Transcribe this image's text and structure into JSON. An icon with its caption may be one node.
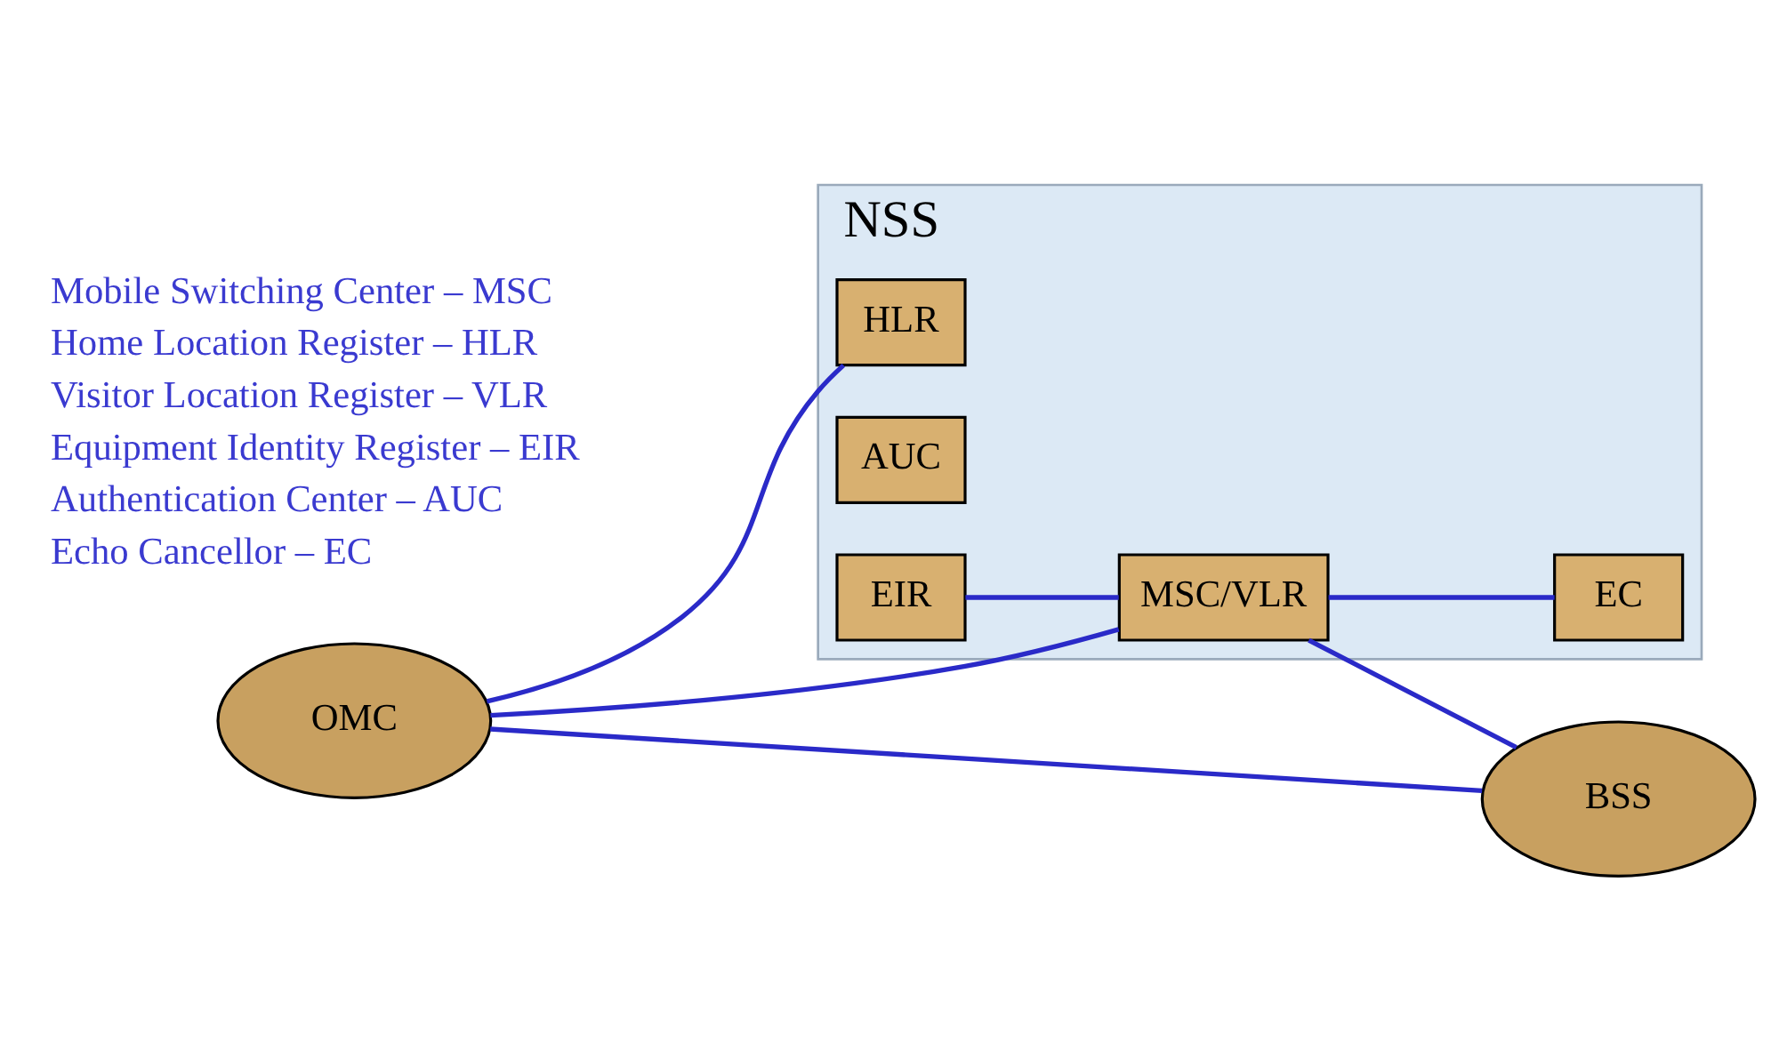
{
  "diagram": {
    "nodes": [
      {
        "text": [
          "OMC"
        ]
      },
      {
        "text": [
          "NSS"
        ]
      },
      {
        "text": [
          "HLR"
        ],
        "in": 1
      },
      {
        "text": [
          "AUC"
        ],
        "in": 1
      },
      {
        "text": [
          "EIR"
        ],
        "in": 1
      },
      {
        "text": [
          "MSC/VLR"
        ],
        "in": 1
      },
      {
        "text": [
          "EC"
        ],
        "in": 1
      },
      {
        "text": [
          "BSS"
        ]
      }
    ],
    "edges": [
      {
        "from": 0,
        "to": 2,
        "arrow": "none"
      },
      {
        "from": 0,
        "to": 5,
        "arrow": "none"
      },
      {
        "from": 0,
        "to": 7,
        "arrow": "none"
      },
      {
        "from": 4,
        "to": 5,
        "arrow": "none"
      },
      {
        "from": 5,
        "to": 6,
        "arrow": "none"
      },
      {
        "from": 5,
        "to": 7,
        "arrow": "none"
      }
    ],
    "labels": [
      "Mobile Switching Center – MSC",
      "Home Location Register – HLR",
      "Visitor Location Register – VLR",
      "Equipment Identity Register – EIR",
      "Authentication Center – AUC",
      "Echo Cancellor – EC"
    ]
  }
}
